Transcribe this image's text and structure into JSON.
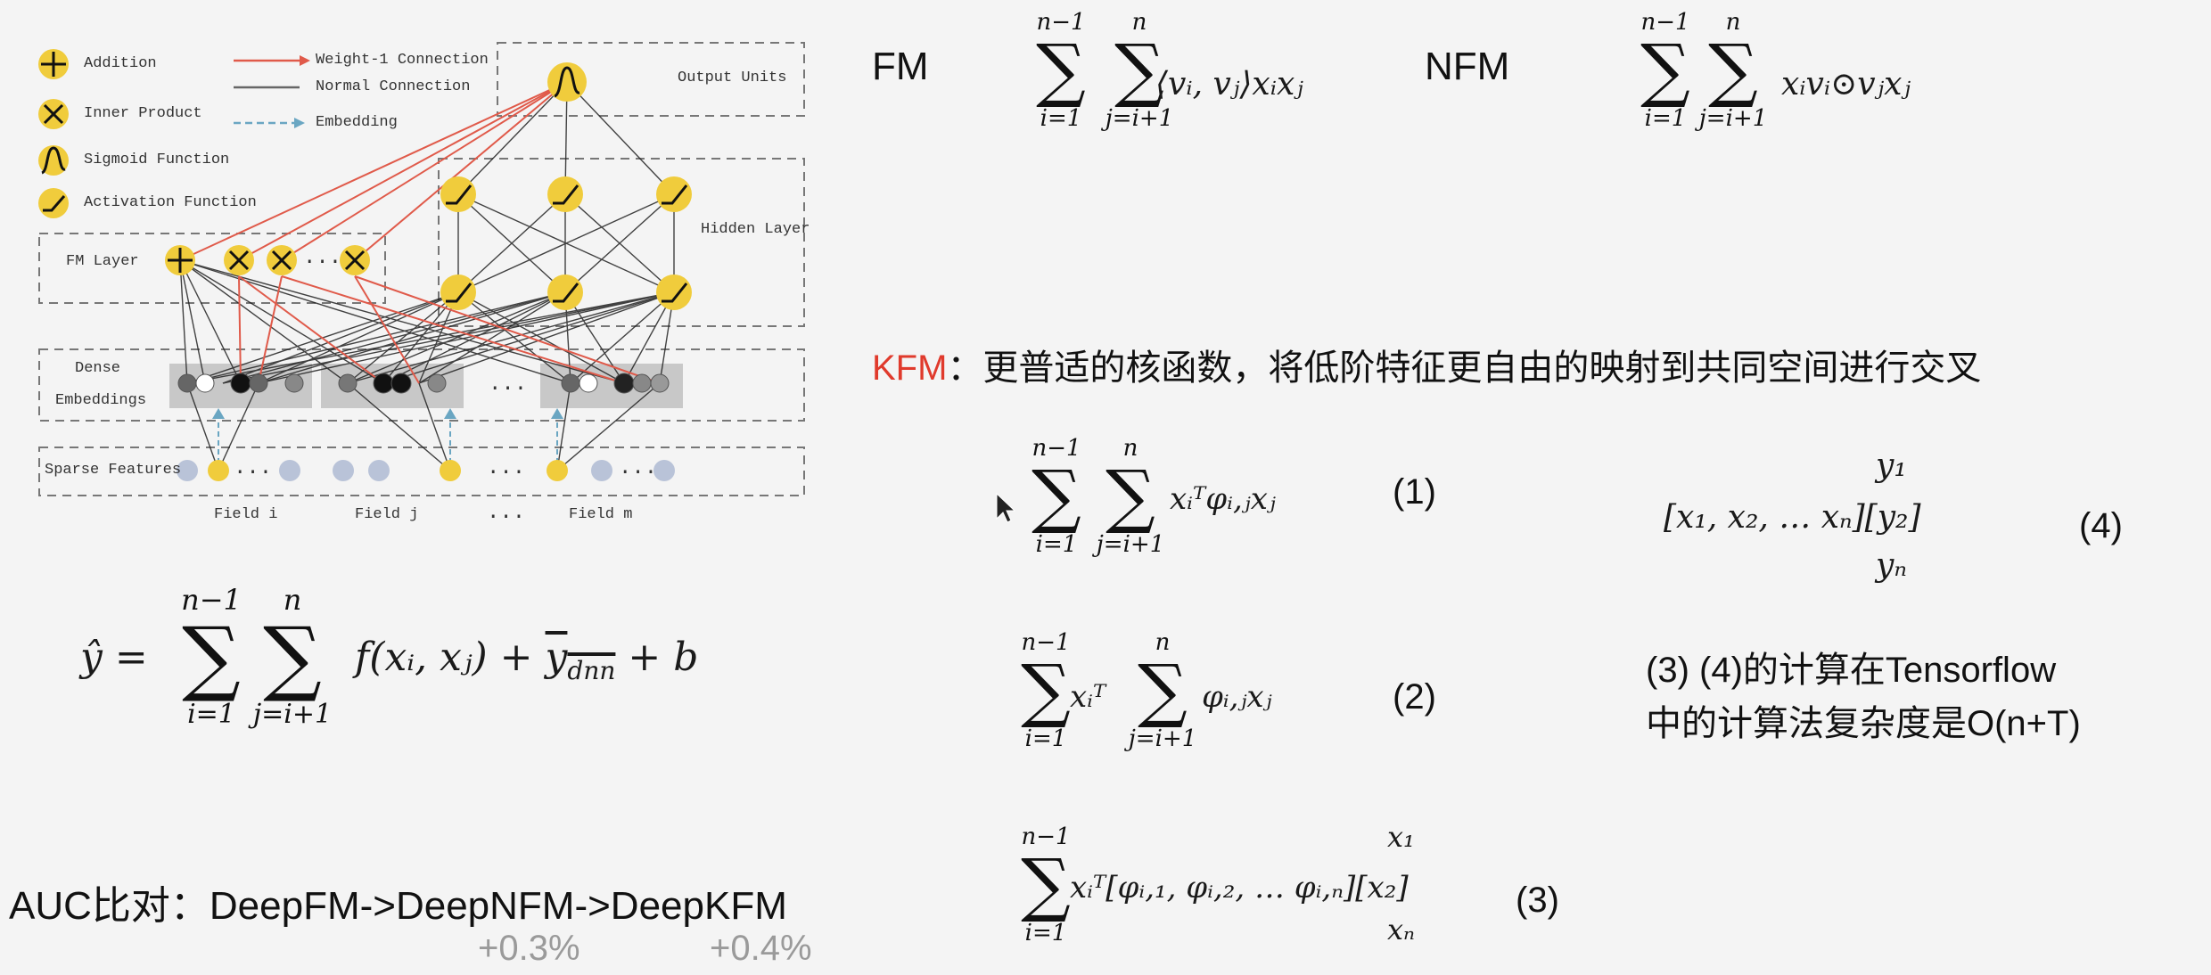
{
  "diagram": {
    "legend": {
      "addition": "Addition",
      "inner_product": "Inner Product",
      "sigmoid": "Sigmoid Function",
      "activation": "Activation Function",
      "weight1": "Weight-1 Connection",
      "normal": "Normal Connection",
      "embedding": "Embedding"
    },
    "output_units": "Output Units",
    "hidden_layer": "Hidden Layer",
    "fm_layer": "FM Layer",
    "dense_embeddings_1": "Dense",
    "dense_embeddings_2": "Embeddings",
    "sparse_features": "Sparse Features",
    "field_i": "Field i",
    "field_j": "Field j",
    "field_m": "Field m",
    "ellipsis": "...",
    "colors": {
      "node_yellow": "#f0cc3c",
      "weight1_red": "#e05a4a",
      "embedding_blue": "#6aa6c2",
      "sparse_gray": "#b9c3d8"
    }
  },
  "formulas": {
    "fm_label": "FM",
    "nfm_label": "NFM",
    "fm_body": "⟨vᵢ, vⱼ⟩xᵢxⱼ",
    "nfm_body": "xᵢvᵢ⊙vⱼxⱼ",
    "main_lhs": "ŷ =",
    "main_body_1": "f(xᵢ, xⱼ) +",
    "main_hat": "y",
    "main_hat_sub": "dnn",
    "main_body_2": "+ b",
    "eq1_body": "xᵢᵀφᵢ,ⱼxⱼ",
    "eq2_x": "xᵢᵀ",
    "eq2_body": "φᵢ,ⱼxⱼ",
    "eq3_body": "xᵢᵀ[φᵢ,₁, φᵢ,₂, … φᵢ,ₙ][x₂]",
    "eq3_top": "x₁",
    "eq3_bottom": "xₙ",
    "eq4_body": "[x₁, x₂, … xₙ][y₂]",
    "eq4_top": "y₁",
    "eq4_bottom": "yₙ",
    "num1": "(1)",
    "num2": "(2)",
    "num3": "(3)",
    "num4": "(4)",
    "lim_top": "n−1",
    "lim_n": "n",
    "lim_i": "i=1",
    "lim_j": "j=i+1"
  },
  "kfm": {
    "name": "KFM",
    "desc": "：更普适的核函数，将低阶特征更自由的映射到共同空间进行交叉"
  },
  "complexity": {
    "line1": "(3) (4)的计算在Tensorflow",
    "line2": "中的计算法复杂度是O(n+T)"
  },
  "auc": {
    "text": "AUC比对：DeepFM->DeepNFM->DeepKFM",
    "gain1": "+0.3%",
    "gain2": "+0.4%"
  }
}
